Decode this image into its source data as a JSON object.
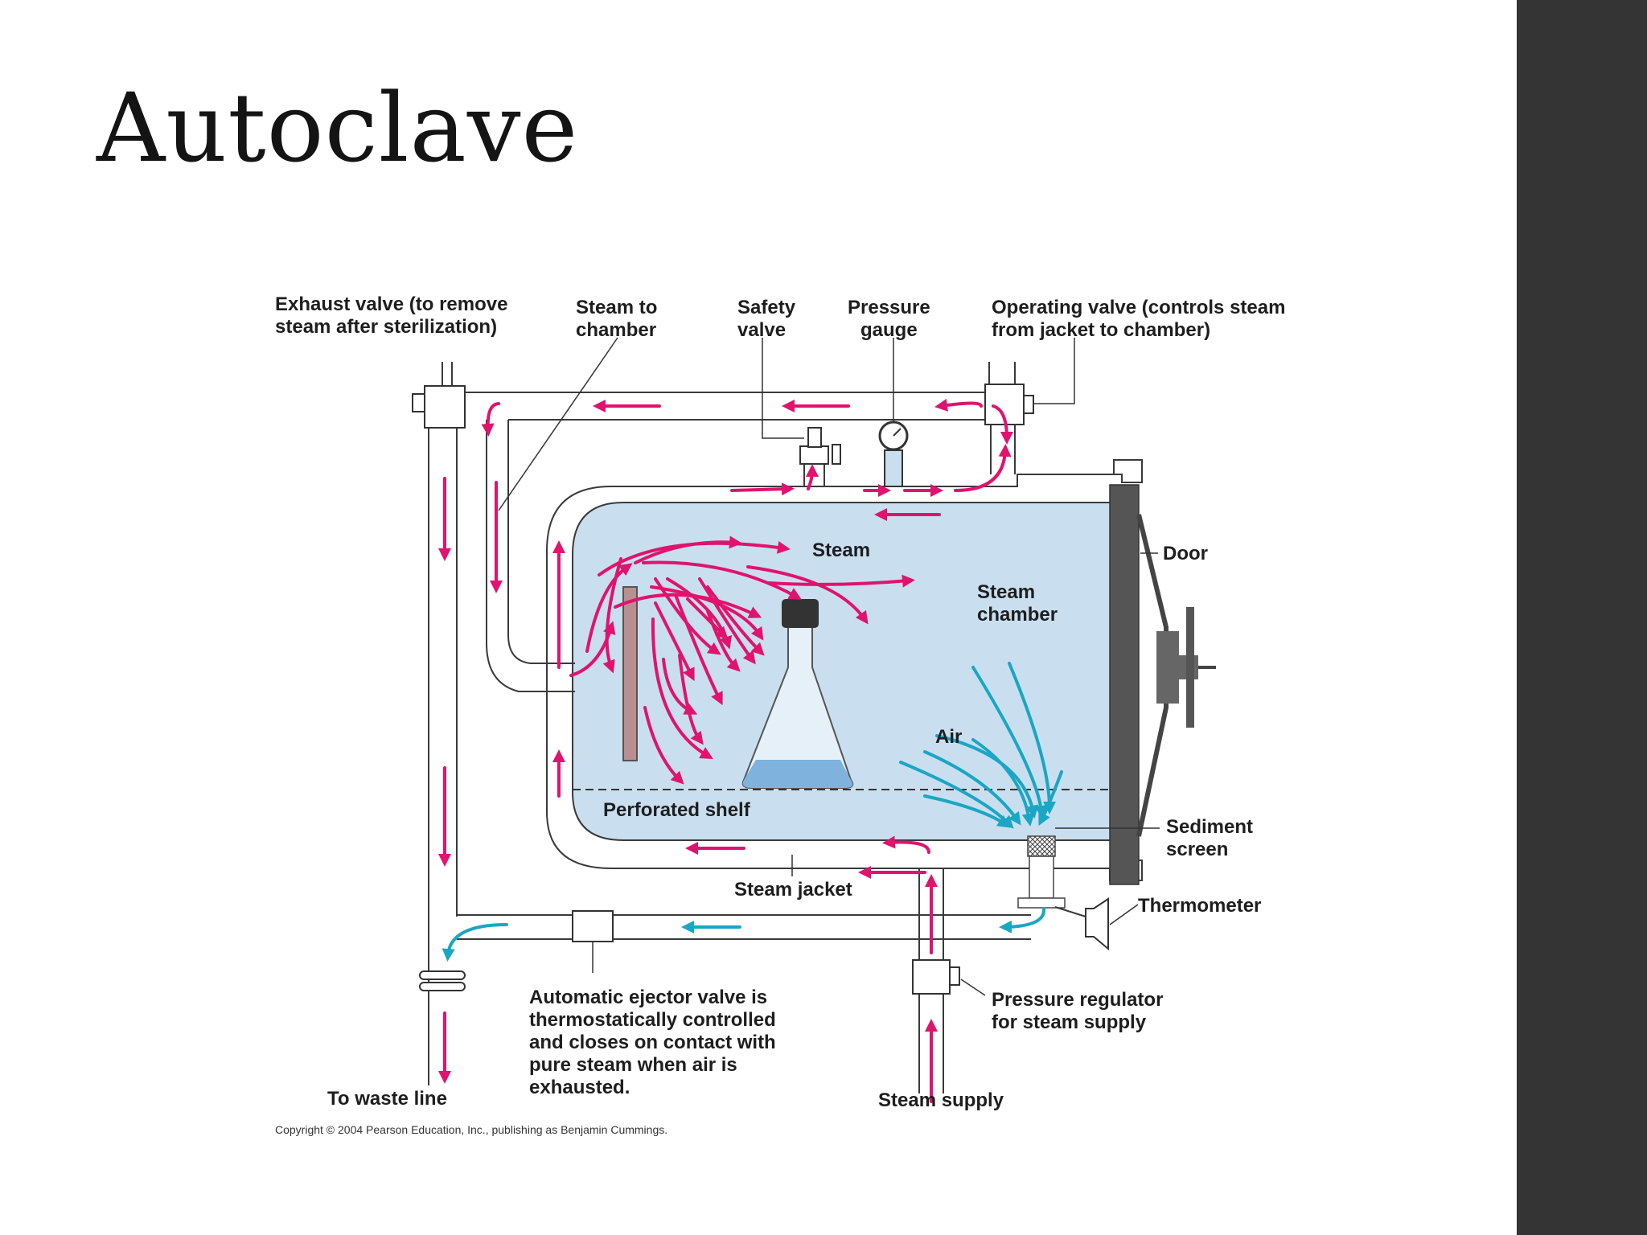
{
  "slide": {
    "title": "Autoclave"
  },
  "diagram": {
    "labels": {
      "exhaust_valve_1": "Exhaust valve (to remove",
      "exhaust_valve_2": "steam after sterilization)",
      "steam_to_chamber_1": "Steam to",
      "steam_to_chamber_2": "chamber",
      "safety_valve_1": "Safety",
      "safety_valve_2": "valve",
      "pressure_gauge_1": "Pressure",
      "pressure_gauge_2": "gauge",
      "operating_valve_1": "Operating valve (controls steam",
      "operating_valve_2": "from jacket to chamber)",
      "steam": "Steam",
      "steam_chamber_1": "Steam",
      "steam_chamber_2": "chamber",
      "door": "Door",
      "air": "Air",
      "perforated_shelf": "Perforated shelf",
      "sediment_screen_1": "Sediment",
      "sediment_screen_2": "screen",
      "steam_jacket": "Steam jacket",
      "thermometer": "Thermometer",
      "ejector_1": "Automatic ejector valve is",
      "ejector_2": "thermostatically controlled",
      "ejector_3": "and closes on contact with",
      "ejector_4": "pure steam when air is",
      "ejector_5": "exhausted.",
      "pressure_regulator_1": "Pressure regulator",
      "pressure_regulator_2": "for steam supply",
      "to_waste_line": "To waste line",
      "steam_supply": "Steam supply"
    },
    "copyright": "Copyright © 2004 Pearson Education, Inc., publishing as Benjamin Cummings.",
    "colors": {
      "steam_arrow": "#e0136e",
      "air_arrow": "#1aa6c4",
      "chamber_fill": "#c9dff0",
      "door": "#555555",
      "sidebar": "#343434"
    }
  }
}
